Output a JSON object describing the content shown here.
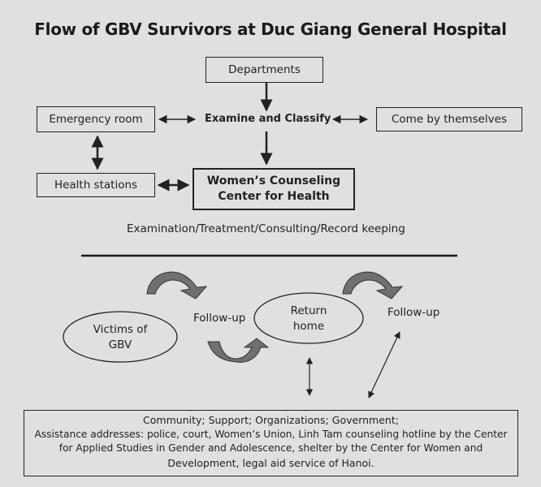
{
  "title": "Flow of GBV Survivors at Duc Giang General Hospital",
  "nodes": {
    "departments": "Departments",
    "emergency_room": "Emergency room",
    "examine_classify": "Examine and Classify",
    "come_by_themselves": "Come by themselves",
    "health_stations": "Health stations",
    "womens_center_line1": "Women’s Counseling",
    "womens_center_line2": "Center for Health"
  },
  "services_caption": "Examination/Treatment/Consulting/Record keeping",
  "cycle": {
    "victims_line1": "Victims of",
    "victims_line2": "GBV",
    "follow_up_left": "Follow-up",
    "return_line1": "Return",
    "return_line2": "home",
    "follow_up_right": "Follow-up"
  },
  "assistance": {
    "line1": "Community; Support; Organizations; Government;",
    "line2": "Assistance addresses: police, court, Women’s Union, Linh Tam counseling hotline by the Center",
    "line3": "for Applied Studies in Gender and Adolescence, shelter by the Center for Women and",
    "line4": "Development, legal aid service of Hanoi."
  },
  "colors": {
    "background": "#dfe0e2",
    "ink": "#222222",
    "curved_arrow_fill": "#707070"
  }
}
